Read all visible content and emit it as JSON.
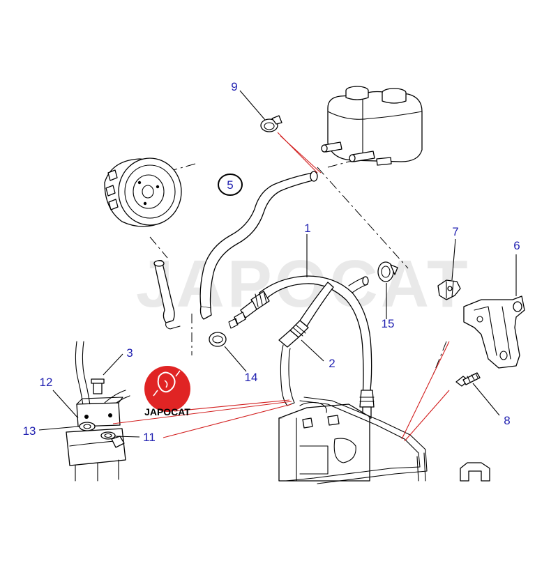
{
  "watermark": "JAPOCAT",
  "logo": {
    "text": "JAPOCAT",
    "color": "#e02424"
  },
  "colors": {
    "callout": "#1f1fb0",
    "leader_red": "#d21e1e",
    "line": "#000000"
  },
  "callouts": {
    "c1": "1",
    "c2": "2",
    "c3": "3",
    "c5": "5",
    "c6": "6",
    "c7": "7",
    "c8": "8",
    "c9": "9",
    "c11": "11",
    "c12": "12",
    "c13": "13",
    "c14": "14",
    "c15": "15"
  },
  "highlighted_callout": "5"
}
